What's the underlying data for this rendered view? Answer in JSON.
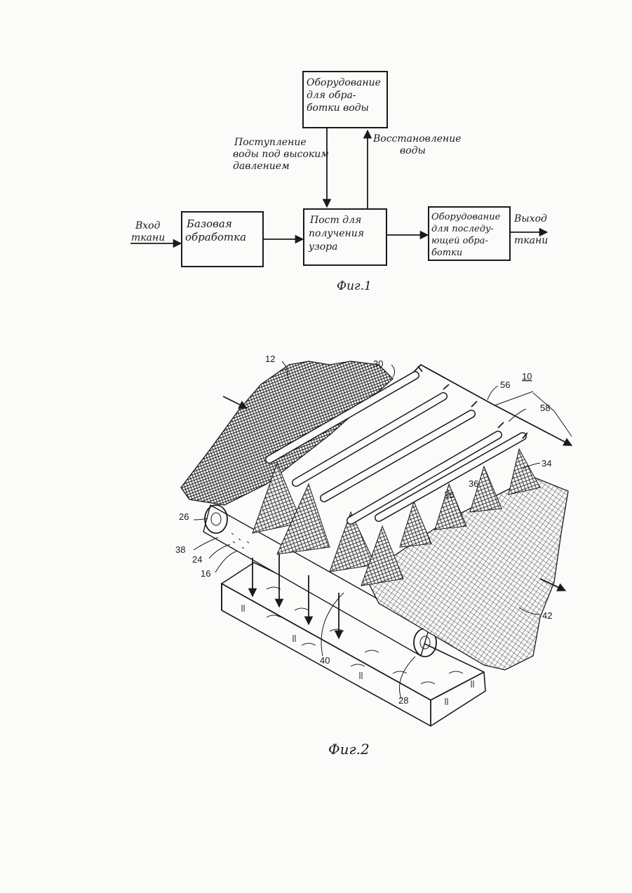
{
  "fig1": {
    "water_treatment": [
      "Оборудование",
      "для обра-",
      "ботки воды"
    ],
    "high_pressure_supply": [
      "Поступление",
      "воды под высоким",
      "давлением"
    ],
    "water_recovery": [
      "Восстановление",
      "воды"
    ],
    "fabric_in": [
      "Вход",
      "ткани"
    ],
    "base_treatment": [
      "Базовая",
      "обработка"
    ],
    "pattern_station": [
      "Пост для",
      "получения",
      "узора"
    ],
    "post_treatment": [
      "Оборудование",
      "для последу-",
      "ющей обра-",
      "ботки"
    ],
    "fabric_out": [
      "Выход",
      "ткани"
    ],
    "caption": "Фиг.1"
  },
  "fig2": {
    "labels": {
      "n12": "12",
      "n30": "30",
      "n10": "10",
      "n56": "56",
      "n58": "58",
      "n34": "34",
      "n36a": "36",
      "n36b": "36",
      "n26": "26",
      "n38": "38",
      "n24": "24",
      "n16": "16",
      "n42": "42",
      "n40": "40",
      "n28": "28"
    },
    "caption": "Фиг.2"
  }
}
